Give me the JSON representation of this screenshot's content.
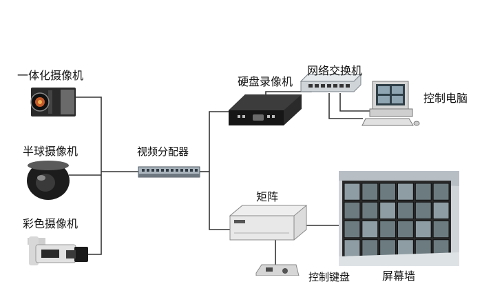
{
  "diagram": {
    "nodes": {
      "integrated_camera": "一体化摄像机",
      "dome_camera": "半球摄像机",
      "color_camera": "彩色摄像机",
      "video_distributor": "视频分配器",
      "dvr": "硬盘录像机",
      "network_switch": "网络交换机",
      "control_pc": "控制电脑",
      "matrix": "矩阵",
      "video_wall": "屏幕墙",
      "keyboard": "控制键盘"
    },
    "video_wall_grid": {
      "rows": 4,
      "cols": 6
    }
  },
  "colors": {
    "line": "#333333",
    "device_dark": "#1f1f1f",
    "device_light": "#e9e9e9",
    "screen": "#6c7b80"
  }
}
